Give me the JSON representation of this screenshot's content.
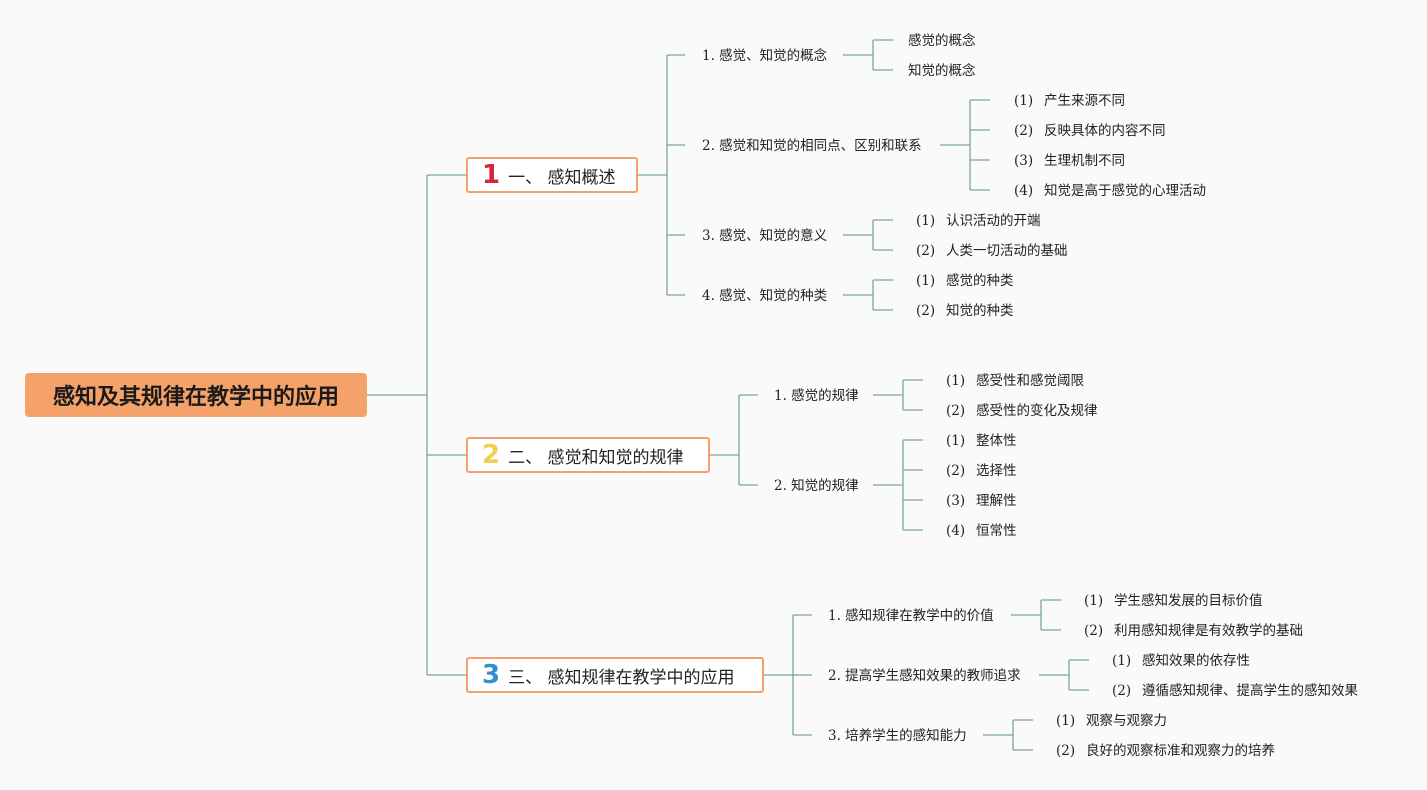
{
  "root": {
    "label": "感知及其规律在教学中的应用"
  },
  "sections": [
    {
      "number": "1",
      "numColor": "#d9233b",
      "label": "一、 感知概述",
      "items": [
        {
          "label": "1. 感觉、知觉的概念",
          "leaves": [
            {
              "prefix": "",
              "text": "感觉的概念"
            },
            {
              "prefix": "",
              "text": "知觉的概念"
            }
          ]
        },
        {
          "label": "2. 感觉和知觉的相同点、区别和联系",
          "leaves": [
            {
              "prefix": "(1)",
              "text": "产生来源不同"
            },
            {
              "prefix": "(2)",
              "text": "反映具体的内容不同"
            },
            {
              "prefix": "(3)",
              "text": "生理机制不同"
            },
            {
              "prefix": "(4)",
              "text": "知觉是高于感觉的心理活动"
            }
          ]
        },
        {
          "label": "3. 感觉、知觉的意义",
          "leaves": [
            {
              "prefix": "(1)",
              "text": "认识活动的开端"
            },
            {
              "prefix": "(2)",
              "text": "人类一切活动的基础"
            }
          ]
        },
        {
          "label": "4. 感觉、知觉的种类",
          "leaves": [
            {
              "prefix": "(1)",
              "text": "感觉的种类"
            },
            {
              "prefix": "(2)",
              "text": "知觉的种类"
            }
          ]
        }
      ]
    },
    {
      "number": "2",
      "numColor": "#f2cf4a",
      "label": "二、 感觉和知觉的规律",
      "items": [
        {
          "label": "1. 感觉的规律",
          "leaves": [
            {
              "prefix": "(1)",
              "text": "感受性和感觉阈限"
            },
            {
              "prefix": "(2)",
              "text": "感受性的变化及规律"
            }
          ]
        },
        {
          "label": "2. 知觉的规律",
          "leaves": [
            {
              "prefix": "(1)",
              "text": "整体性"
            },
            {
              "prefix": "(2)",
              "text": "选择性"
            },
            {
              "prefix": "(3)",
              "text": "理解性"
            },
            {
              "prefix": "(4)",
              "text": "恒常性"
            }
          ]
        }
      ]
    },
    {
      "number": "3",
      "numColor": "#2f8fd0",
      "label": "三、 感知规律在教学中的应用",
      "items": [
        {
          "label": "1. 感知规律在教学中的价值",
          "leaves": [
            {
              "prefix": "(1)",
              "text": "学生感知发展的目标价值"
            },
            {
              "prefix": "(2)",
              "text": "利用感知规律是有效教学的基础"
            }
          ]
        },
        {
          "label": "2. 提高学生感知效果的教师追求",
          "leaves": [
            {
              "prefix": "(1)",
              "text": "感知效果的依存性"
            },
            {
              "prefix": "(2)",
              "text": "遵循感知规律、提高学生的感知效果"
            }
          ]
        },
        {
          "label": "3. 培养学生的感知能力",
          "leaves": [
            {
              "prefix": "(1)",
              "text": "观察与观察力"
            },
            {
              "prefix": "(2)",
              "text": "良好的观察标准和观察力的培养"
            }
          ]
        }
      ]
    }
  ],
  "colors": {
    "line": "#7aa89a",
    "secBorder": "#f3a06a",
    "root": "#f5a16a"
  }
}
